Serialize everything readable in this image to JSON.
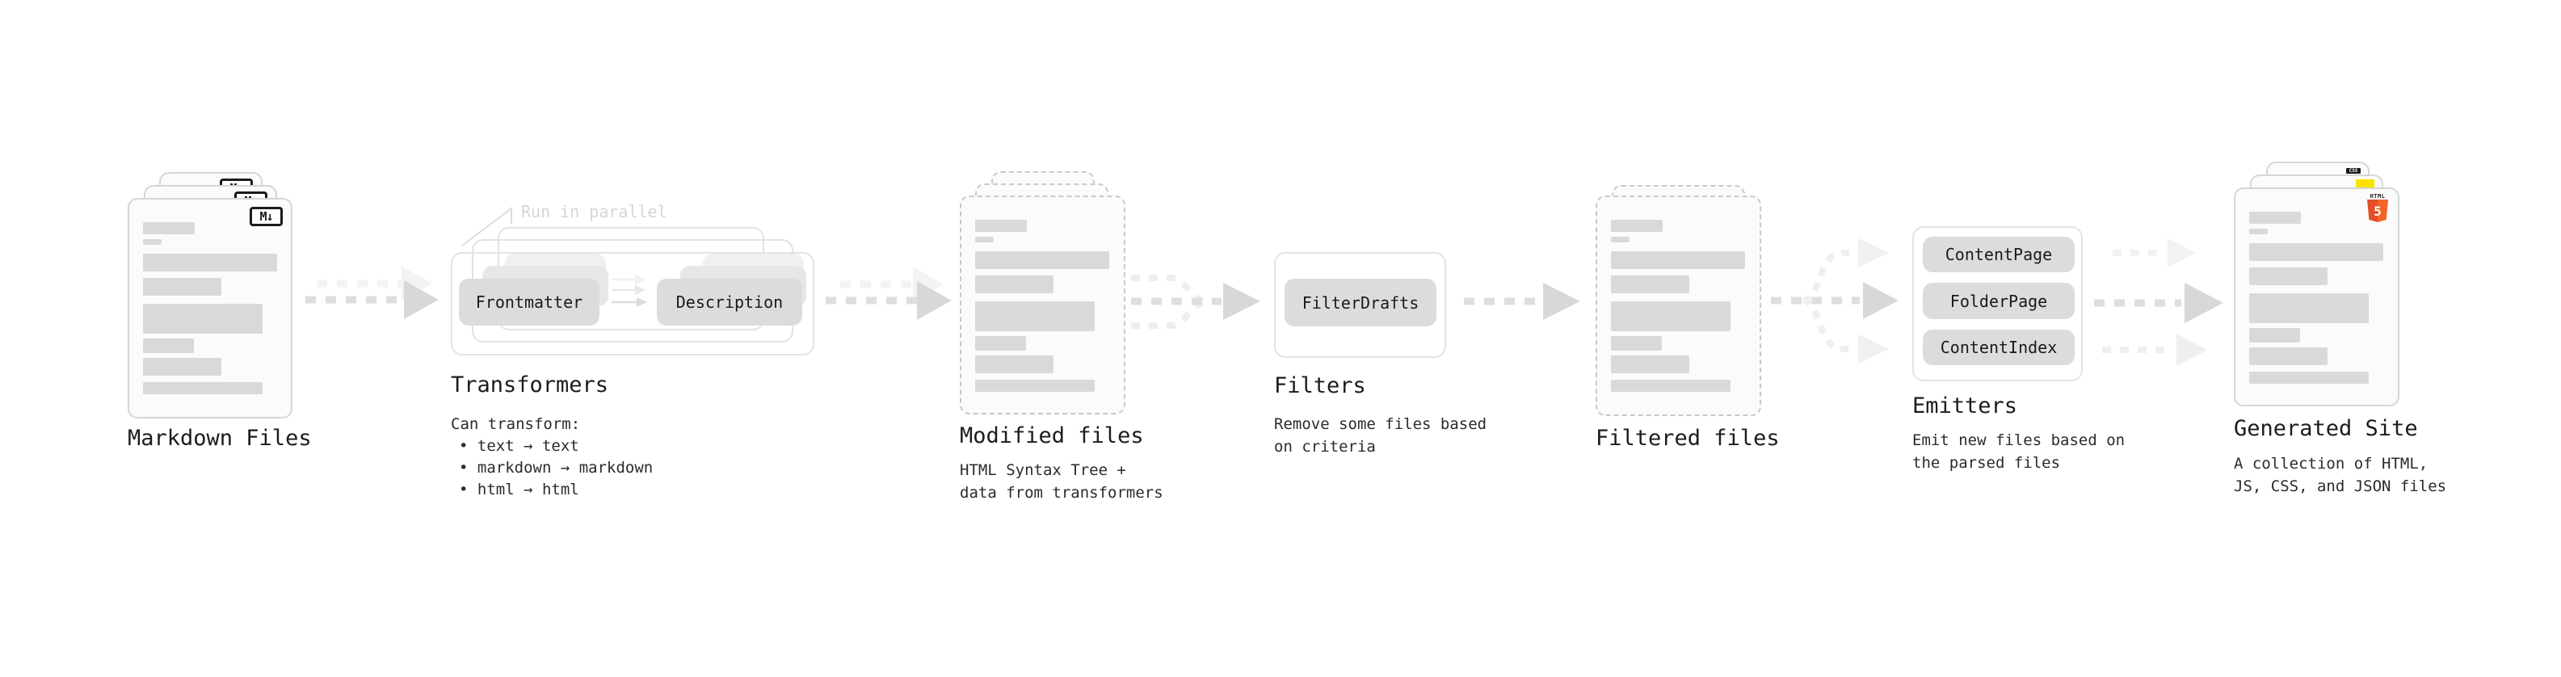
{
  "colors": {
    "html5_orange": "#e34f26",
    "js_yellow": "#ffe000",
    "css_blue": "#2b6de8",
    "pill_gray": "#dcdcdc"
  },
  "badges": {
    "markdown": "M↓",
    "html5_label": "HTML",
    "html5_digit": "5",
    "css": "CSS"
  },
  "stages": {
    "markdown_files": {
      "label": "Markdown Files"
    },
    "transformers": {
      "annotation": "Run in parallel",
      "pill_frontmatter": "Frontmatter",
      "pill_description": "Description",
      "title": "Transformers",
      "desc_heading": "Can transform:",
      "bullets": [
        "text → text",
        "markdown → markdown",
        "html → html"
      ]
    },
    "modified_files": {
      "label": "Modified files",
      "desc_lines": [
        "HTML Syntax Tree +",
        "data from transformers"
      ]
    },
    "filters": {
      "title": "Filters",
      "pill": "FilterDrafts",
      "desc_lines": [
        "Remove some files based",
        "on criteria"
      ]
    },
    "filtered_files": {
      "label": "Filtered files"
    },
    "emitters": {
      "title": "Emitters",
      "pills": [
        "ContentPage",
        "FolderPage",
        "ContentIndex"
      ],
      "desc_lines": [
        "Emit new files based on",
        "the parsed files"
      ]
    },
    "generated_site": {
      "label": "Generated Site",
      "desc_lines": [
        "A collection of HTML,",
        "JS, CSS, and JSON files"
      ]
    }
  }
}
